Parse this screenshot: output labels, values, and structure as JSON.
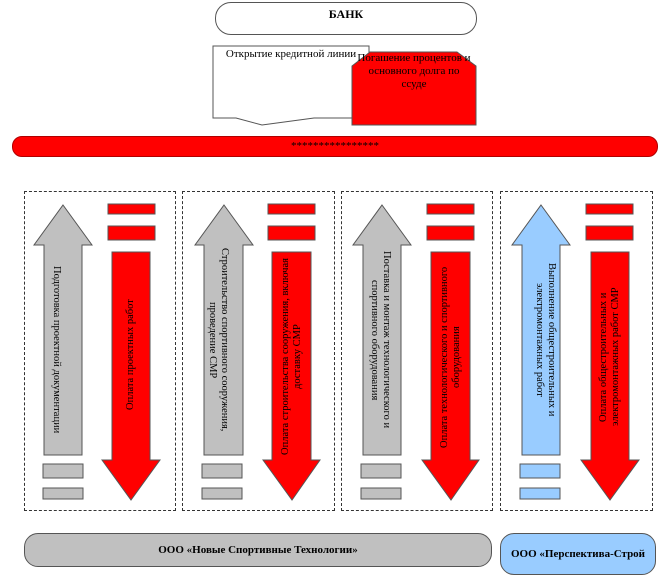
{
  "bank": {
    "label": "БАНК"
  },
  "credit_line": {
    "label": "Открытие кредитной линии"
  },
  "repayment": {
    "label": "Погашение процентов и основного долга по ссуде"
  },
  "red_bar": {
    "label": "****************"
  },
  "columns": [
    {
      "up_label": "Подготовка проектной документации",
      "down_label": "Оплата проектных работ"
    },
    {
      "up_label": "Строительство спортивного сооружения, проведение СМР",
      "down_label": "Оплата строительства сооружения, включая доставку СМР"
    },
    {
      "up_label": "Поставка и монтаж технологического и спортивного оборудования",
      "down_label": "Оплата технологического и спортивного оборудования"
    },
    {
      "up_label": "Выполнение общестроительных и электромонтажных работ",
      "down_label": "Оплата общестроительных и электромонтажных работ СМР"
    }
  ],
  "companies": {
    "left": "ООО «Новые Спортивные Технологии»",
    "right": "ООО «Перспектива-Строй"
  },
  "colors": {
    "red": "#ff0000",
    "gray": "#c0c0c0",
    "blue": "#99ccff"
  }
}
